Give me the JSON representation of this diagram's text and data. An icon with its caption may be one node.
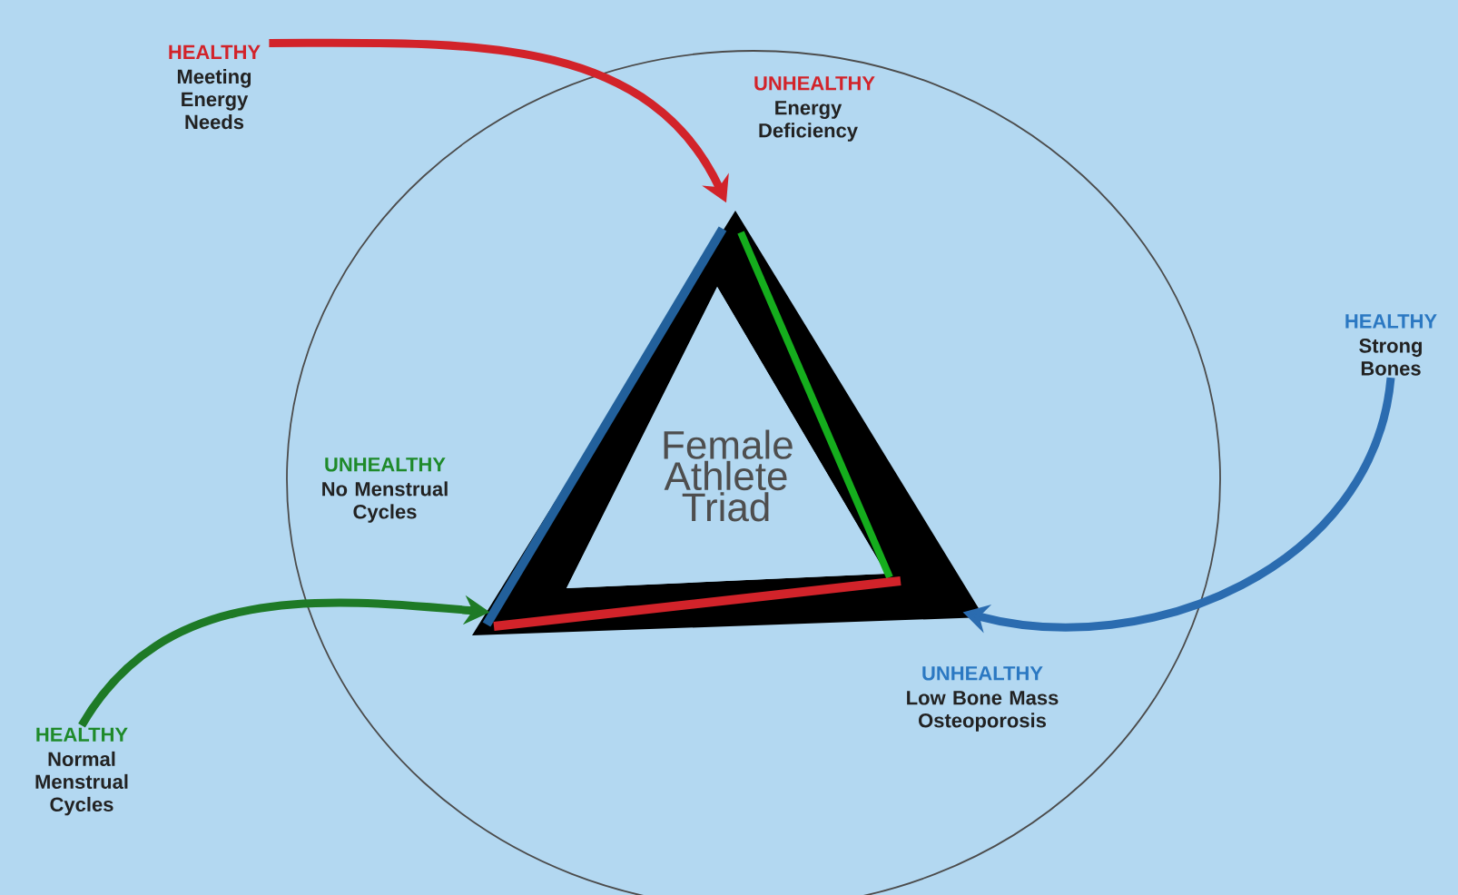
{
  "diagram": {
    "nodes": [
      {
        "text": [
          "HEALTHY",
          "Meeting Energy Needs"
        ]
      },
      {
        "text": [
          "UNHEALTHY",
          "Energy Deficiency"
        ]
      },
      {
        "text": [
          "HEALTHY",
          "Strong Bones"
        ]
      },
      {
        "text": [
          "UNHEALTHY",
          "No Menstrual Cycles"
        ]
      },
      {
        "text": [
          "Female Athlete Triad"
        ]
      },
      {
        "text": [
          "UNHEALTHY",
          "Low Bone Mass Osteoporosis"
        ]
      },
      {
        "text": [
          "HEALTHY",
          "Normal Menstrual Cycles"
        ]
      }
    ],
    "edges": [
      {
        "from": 0,
        "to": 4,
        "arrow": "to",
        "color": "#d2232a"
      },
      {
        "from": 2,
        "to": 4,
        "arrow": "to",
        "color": "#2b6cb0"
      },
      {
        "from": 6,
        "to": 4,
        "arrow": "to",
        "color": "#1e7a26"
      }
    ]
  }
}
